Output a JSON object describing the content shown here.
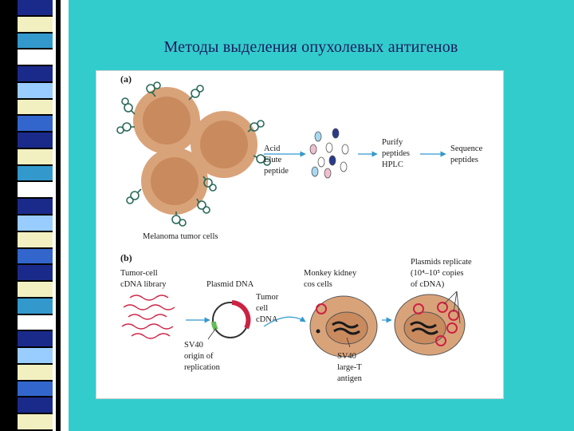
{
  "slide": {
    "title": "Методы выделения опухолевых антигенов",
    "background_color": "#33cccc",
    "stripe_colors": [
      "#1a2a8a",
      "#f2f0c0",
      "#3399cc",
      "#ffffff",
      "#1a2a8a",
      "#99ccff",
      "#f2f0c0",
      "#3366cc"
    ]
  },
  "diagram": {
    "panel_a": {
      "label": "(a)",
      "step1": [
        "Acid",
        "Elute",
        "peptide"
      ],
      "step2": [
        "Purify",
        "peptides",
        "HPLC"
      ],
      "step3": [
        "Sequence",
        "peptides"
      ],
      "cells_label": "Melanoma tumor cells",
      "cell_color": "#d9a37a",
      "nucleus_color": "#c98a5e"
    },
    "panel_b": {
      "label": "(b)",
      "library": [
        "Tumor-cell",
        "cDNA library"
      ],
      "plasmid": "Plasmid DNA",
      "tumor_cdna": [
        "Tumor",
        "cell",
        "cDNA"
      ],
      "sv40_origin": [
        "SV40",
        "origin of",
        "replication"
      ],
      "monkey_cells": [
        "Monkey kidney",
        "cos cells"
      ],
      "large_t": [
        "SV40",
        "large-T",
        "antigen"
      ],
      "replicate": [
        "Plasmids replicate",
        "(10⁴–10⁵ copies",
        "of cDNA)"
      ],
      "cdna_color": "#cc2244",
      "origin_color": "#66bb55",
      "arrow_color": "#3399cc"
    }
  }
}
